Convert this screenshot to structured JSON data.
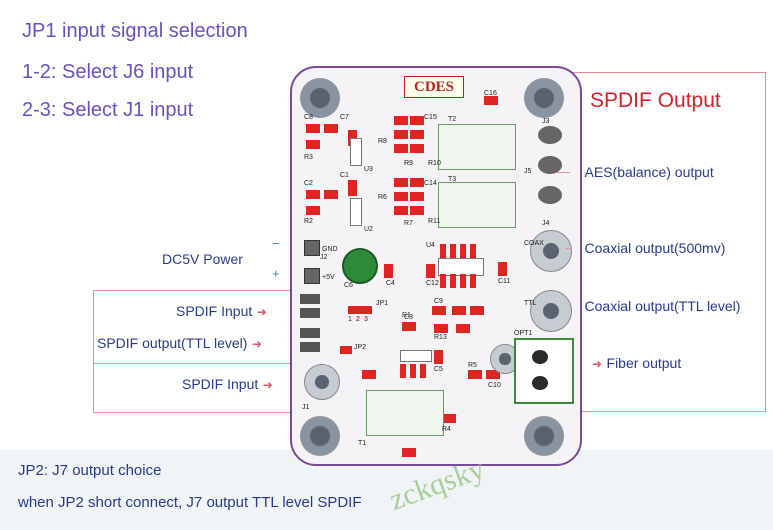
{
  "jp1": {
    "title": "JP1 input signal selection",
    "opt1": "1-2: Select J6 input",
    "opt2": "2-3: Select J1 input"
  },
  "spdif_output_title": "SPDIF Output",
  "labels": {
    "aes": "AES(balance) output",
    "coax_500": "Coaxial output(500mv)",
    "coax_ttl": "Coaxial output(TTL level)",
    "fiber": "Fiber output",
    "dc5v": "DC5V Power",
    "spdif_input_1": "SPDIF Input",
    "spdif_output_ttl": "SPDIF output(TTL level)",
    "spdif_input_2": "SPDIF Input"
  },
  "jp2": {
    "line1": "JP2: J7 output choice",
    "line2": "when JP2 short connect, J7 output TTL level SPDIF"
  },
  "board": {
    "logo": "CDES",
    "silk": [
      "C8",
      "C7",
      "R3",
      "C2",
      "C1",
      "R2",
      "C15",
      "R8",
      "R9",
      "R10",
      "C14",
      "R6",
      "R7",
      "R11",
      "C16",
      "U3",
      "U2",
      "U4",
      "T2",
      "T3",
      "T1",
      "J3",
      "J5",
      "J4",
      "J2",
      "J1",
      "C6",
      "C4",
      "C5",
      "C9",
      "C3",
      "C11",
      "C12",
      "C10",
      "R1",
      "R4",
      "R5",
      "R13",
      "JP1",
      "JP2",
      "GND",
      "+5V",
      "OPT1",
      "COAX",
      "TTL",
      "1",
      "2",
      "3"
    ]
  },
  "watermark": "zckqsky",
  "colors": {
    "violet_text": "#6a4fc2",
    "navy_text": "#2a3a8a",
    "red_title": "#d81e2a",
    "frame": "#ec8a96",
    "pcb_outline": "#7a4a9a",
    "smd": "#e02424"
  }
}
